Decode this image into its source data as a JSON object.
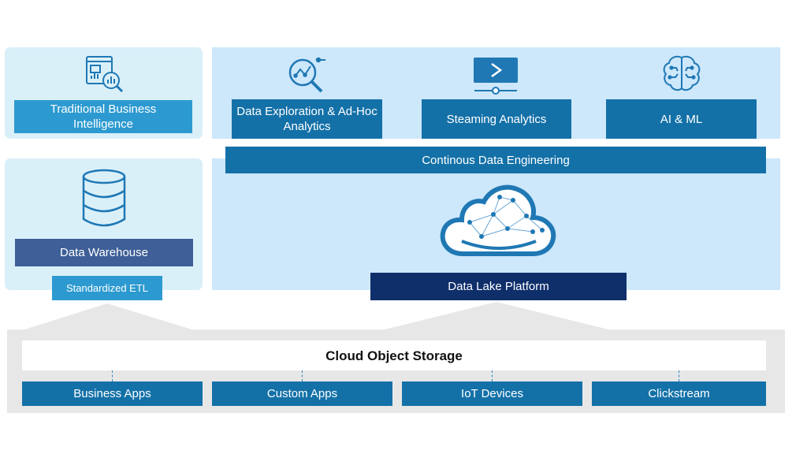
{
  "bi": {
    "label": "Traditional Business Intelligence"
  },
  "dw": {
    "label": "Data Warehouse",
    "etl_label": "Standardized ETL"
  },
  "analytics": {
    "exploration_label": "Data Exploration & Ad-Hoc Analytics",
    "streaming_label": "Steaming Analytics",
    "ai_label": "AI & ML"
  },
  "engineering": {
    "label": "Continous Data Engineering"
  },
  "lake": {
    "label": "Data Lake Platform"
  },
  "storage": {
    "title": "Cloud Object Storage"
  },
  "sources": [
    "Business Apps",
    "Custom Apps",
    "IoT Devices",
    "Clickstream"
  ],
  "colors": {
    "panel_light": "#daf0f9",
    "panel_blue": "#cde7fb",
    "box_mid": "#2c9ad0",
    "box_dark": "#1471a8",
    "box_warehouse": "#3e5f97",
    "box_lake": "#0f2f6b",
    "storage_bg": "#e7e7e7",
    "icon": "#1f78b4"
  }
}
